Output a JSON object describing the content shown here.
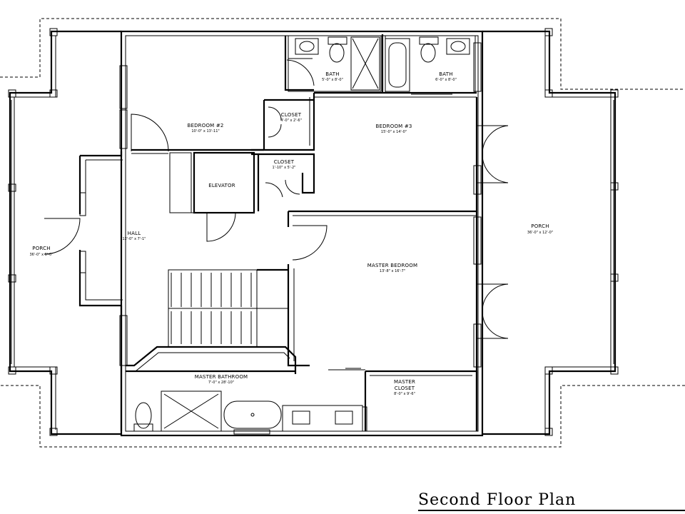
{
  "title": "Second Floor Plan",
  "rooms": {
    "porch_left": {
      "name": "PORCH",
      "dims": "36'-0\" x 6'-0\""
    },
    "porch_right": {
      "name": "PORCH",
      "dims": "36'-0\" x 12'-0\""
    },
    "bath_left": {
      "name": "BATH",
      "dims": "5'-0\" x 8'-0\""
    },
    "bath_right": {
      "name": "BATH",
      "dims": "6'-0\" x 8'-0\""
    },
    "bedroom2": {
      "name": "BEDROOM #2",
      "dims": "10'-0\" x 13'-11\""
    },
    "bedroom3": {
      "name": "BEDROOM #3",
      "dims": "15'-0\" x 14'-0\""
    },
    "closet_upper": {
      "name": "CLOSET",
      "dims": "4'-0\" x 2'-6\""
    },
    "closet_lower": {
      "name": "CLOSET",
      "dims": "1'-10\" x 5'-2\""
    },
    "elevator": {
      "name": "ELEVATOR"
    },
    "hall": {
      "name": "HALL",
      "dims": "12'-0\" x 7'-1\""
    },
    "master_bedroom": {
      "name": "MASTER BEDROOM",
      "dims": "13'-8\" x 16'-7\""
    },
    "master_bathroom": {
      "name": "MASTER BATHROOM",
      "dims": "7'-0\" x 28'-10\""
    },
    "master_closet": {
      "name": "MASTER",
      "name2": "CLOSET",
      "dims": "8'-0\" x 9'-6\""
    }
  }
}
